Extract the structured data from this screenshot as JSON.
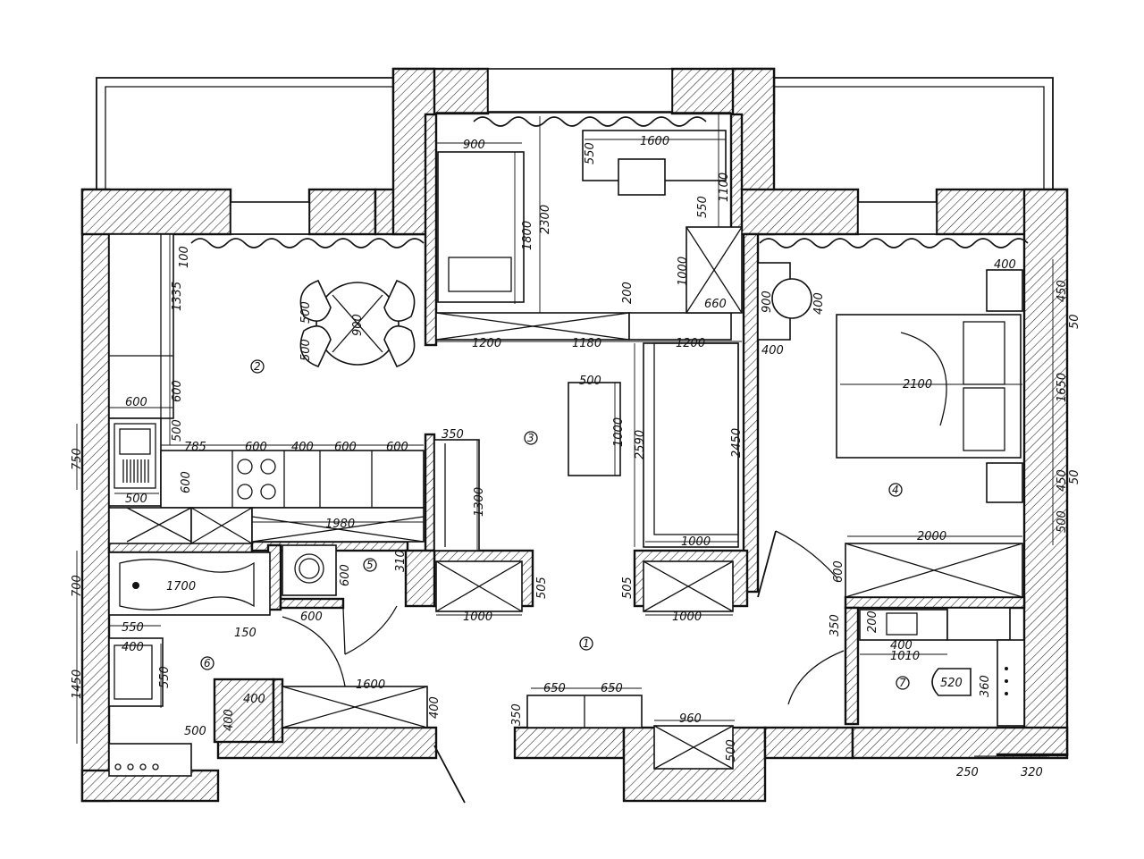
{
  "rooms": {
    "r1": "1",
    "r2": "2",
    "r3": "3",
    "r4": "4",
    "r5": "5",
    "r6": "6",
    "r7": "7"
  },
  "dims": {
    "d900a": "900",
    "d1800": "1800",
    "d2300": "2300",
    "d550a": "550",
    "d1600a": "1600",
    "d1100": "1100",
    "d550b": "550",
    "d1000v": "1000",
    "d660": "660",
    "d200": "200",
    "d1200a": "1200",
    "d1180": "1180",
    "d1200b": "1200",
    "d100": "100",
    "d1335": "1335",
    "d500a": "500",
    "d900b": "900",
    "d500b": "500",
    "d600a": "600",
    "d600v": "600",
    "d500v": "500",
    "d750": "750",
    "d785": "785",
    "d600b": "600",
    "d400a": "400",
    "d600c": "600",
    "d600d": "600",
    "d600e": "600",
    "d500c": "500",
    "d350": "350",
    "d1300": "1300",
    "d500d": "500",
    "d1000c": "1000",
    "d2590": "2590",
    "d2450": "2450",
    "d1000d": "1000",
    "d1980": "1980",
    "d310": "310",
    "d600f": "600",
    "d700": "700",
    "d1700": "1700",
    "d550c": "550",
    "d400b": "400",
    "d550d": "550",
    "d150": "150",
    "d600g": "600",
    "d1450": "1450",
    "d400c": "400",
    "d400d": "400",
    "d500e": "500",
    "d400e": "400",
    "d1600b": "1600",
    "d505a": "505",
    "d1000e": "1000",
    "d505b": "505",
    "d1000f": "1000",
    "d650a": "650",
    "d650b": "650",
    "d350b": "350",
    "d960": "960",
    "d500f": "500",
    "d900c": "900",
    "d400f": "400",
    "d400g": "400",
    "d400h": "400",
    "d450a": "450",
    "d50a": "50",
    "d2100": "2100",
    "d1650": "1650",
    "d450b": "450",
    "d50b": "50",
    "d500g": "500",
    "d2000": "2000",
    "d600h": "600",
    "d350c": "350",
    "d200b": "200",
    "d400i": "400",
    "d1010": "1010",
    "d520": "520",
    "d360": "360",
    "d250": "250",
    "d320": "320"
  }
}
